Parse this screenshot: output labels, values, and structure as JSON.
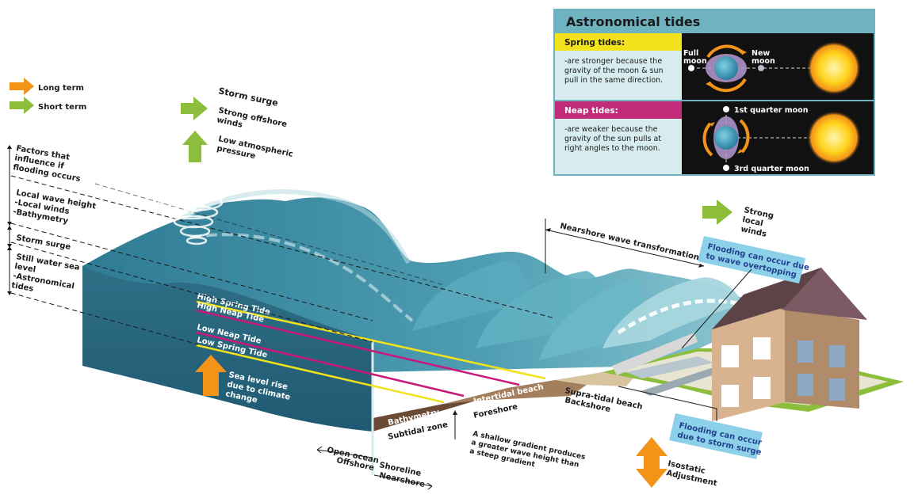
{
  "legend": {
    "long_term": "Long term",
    "short_term": "Short term",
    "colors": {
      "long_term": "#f39419",
      "short_term": "#8cbe3c"
    }
  },
  "storm_surge_panel": {
    "title": "Storm surge",
    "winds": [
      "Strong offshore",
      "winds"
    ],
    "pressure": [
      "Low atmospheric",
      "pressure"
    ]
  },
  "left_scale": {
    "factors": [
      "Factors that",
      "influence if",
      "flooding occurs"
    ],
    "wave_height": [
      "Local wave height",
      "-Local winds",
      "-Bathymetry"
    ],
    "storm_surge": "Storm surge",
    "still_water": [
      "Still water sea",
      "level",
      "-Astronomical",
      "tides"
    ]
  },
  "tide_lines": {
    "high_spring": "High Spring Tide",
    "high_neap": "High Neap Tide",
    "low_neap": "Low Neap Tide",
    "low_spring": "Low Spring Tide",
    "colors": {
      "spring": "#f2e21c",
      "neap": "#c8197a"
    }
  },
  "sea_level": [
    "Sea level rise",
    "due to climate",
    "change"
  ],
  "zones": {
    "bathymetry": "Bathymetry",
    "subtidal": "Subtidal zone",
    "intertidal": "Intertidal beach",
    "foreshore": "Foreshore",
    "supratidal": "Supra-tidal beach",
    "backshore": "Backshore",
    "open_ocean": "Open ocean",
    "offshore": "Offshore",
    "shoreline": "Shoreline",
    "nearshore": "Nearshore"
  },
  "gradient_note": [
    "A shallow gradient produces",
    "a greater wave height than",
    "a steep gradient"
  ],
  "nearshore_transformation": "Nearshore wave transformation",
  "strong_local_winds": [
    "Strong",
    "local",
    "winds"
  ],
  "flooding_overtopping": [
    "Flooding can occur due",
    "to wave overtopping"
  ],
  "flooding_storm": [
    "Flooding can occur",
    "due to storm surge"
  ],
  "isostatic": [
    "Isostatic",
    "Adjustment"
  ],
  "astro": {
    "title": "Astronomical tides",
    "spring_title": "Spring tides:",
    "spring_text": [
      "-are stronger because the",
      "gravity of the moon & sun",
      "pull in the same direction."
    ],
    "neap_title": "Neap tides:",
    "neap_text": [
      "-are weaker because the",
      "gravity of the sun pulls at",
      "right angles to the moon."
    ],
    "full_moon": [
      "Full",
      "moon"
    ],
    "new_moon": [
      "New",
      "moon"
    ],
    "first_quarter": "1st quarter moon",
    "third_quarter": "3rd quarter moon",
    "colors": {
      "header": "#6fb3c0",
      "spring": "#f2e21c",
      "neap": "#c22b7a",
      "panel_bg": "#d6ecef"
    }
  }
}
